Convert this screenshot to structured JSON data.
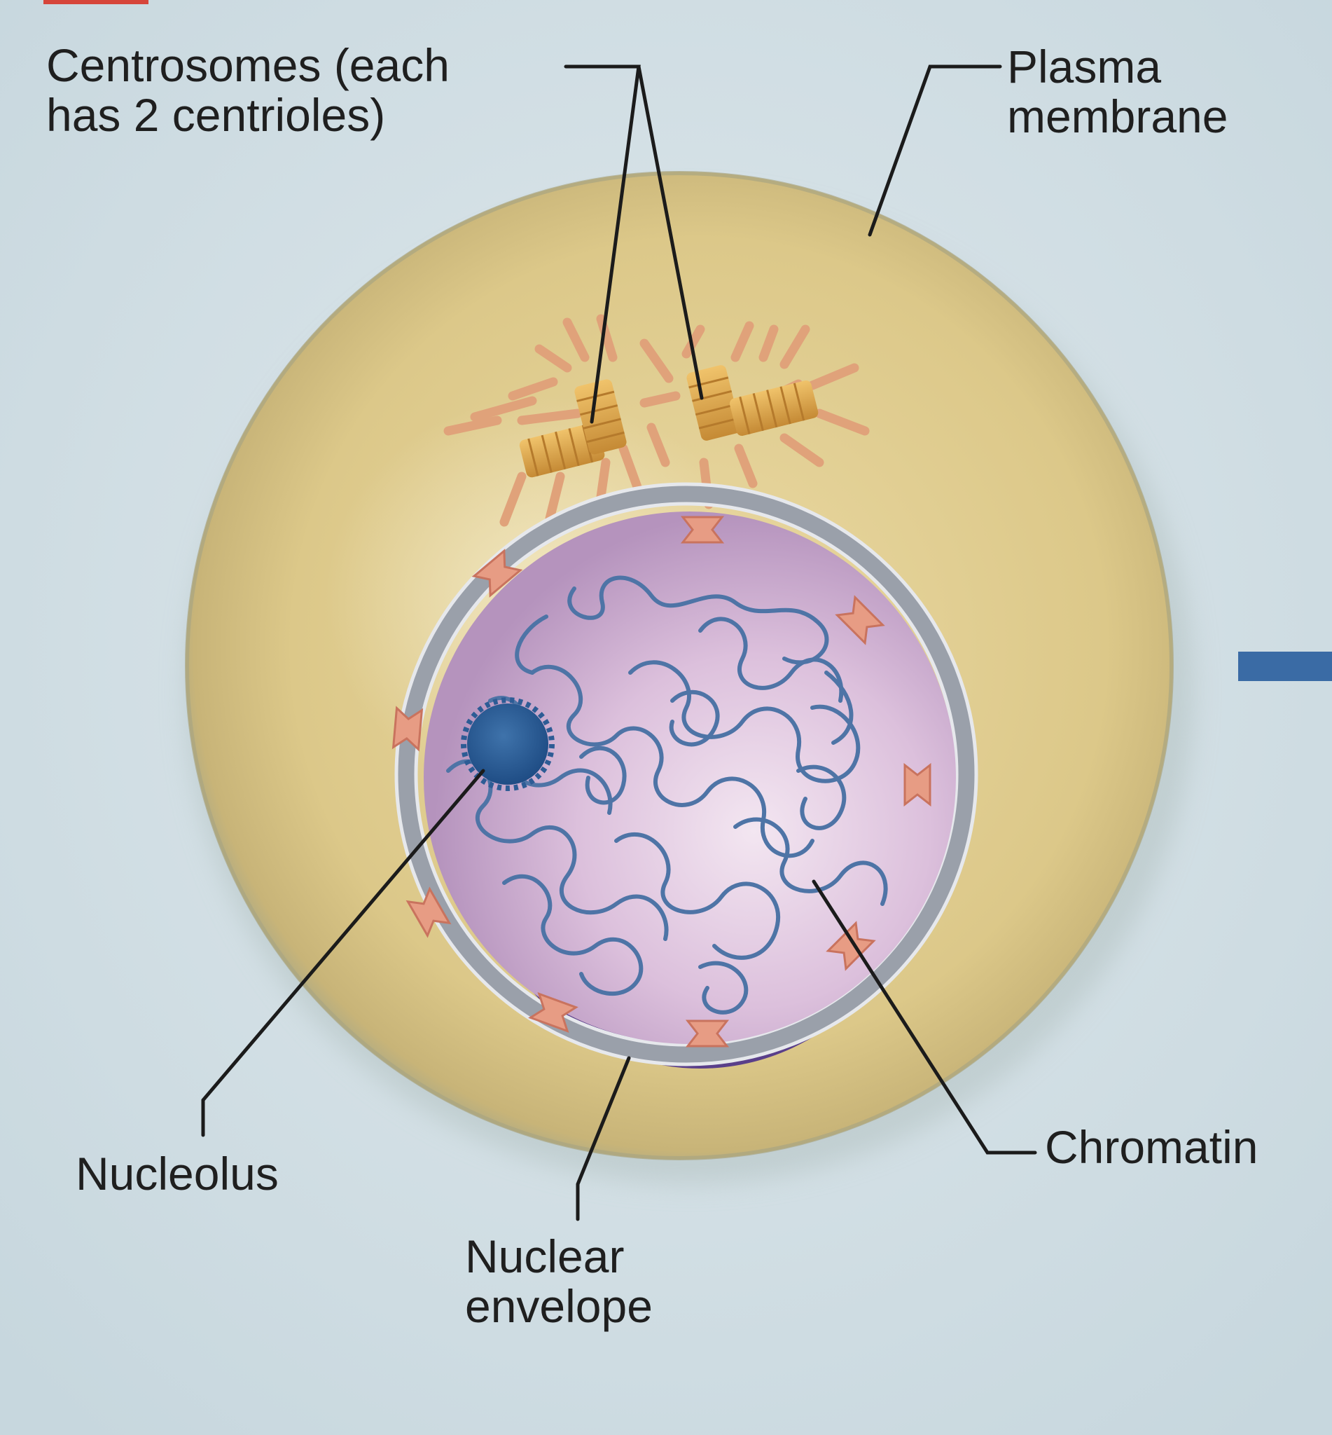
{
  "labels": {
    "centrosomes": {
      "line1": "Centrosomes (each",
      "line2": "has 2 centrioles)"
    },
    "plasma_membrane": {
      "line1": "Plasma",
      "line2": "membrane"
    },
    "nucleolus": "Nucleolus",
    "nuclear_envelope": {
      "line1": "Nuclear",
      "line2": "envelope"
    },
    "chromatin": "Chromatin"
  },
  "colors": {
    "background": "#cfdde3",
    "cytoplasm": "#dcc889",
    "cytoplasm_rim": "#9fa58c",
    "centriole": "#d9a24a",
    "microtubule": "#e0a27a",
    "nuclear_envelope": "#9aa0aa",
    "nuclear_pore": "#e79c84",
    "nucleoplasm": "#d7b9d8",
    "nuclear_shadow": "#5a3f8a",
    "chromatin": "#4e74a6",
    "nucleolus": "#2d5c95",
    "leader_line": "#1b1b1b",
    "figure_tab": "#3a6ba5",
    "top_strip": "#d6453a"
  }
}
